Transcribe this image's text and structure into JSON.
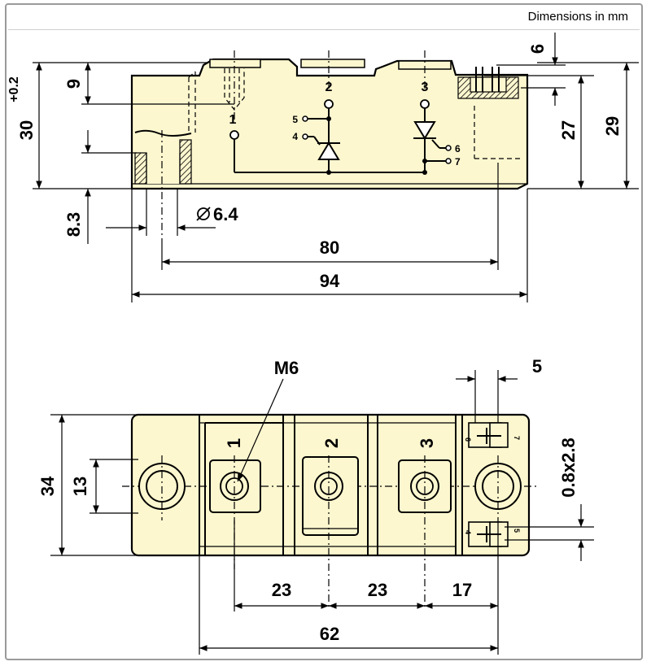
{
  "header": {
    "note": "Dimensions in mm"
  },
  "side_view": {
    "dims": {
      "height_total": "30",
      "height_tol": "+0.2",
      "top_offset": "9",
      "aux_height": "6",
      "inner_height": "27",
      "outer_height": "29",
      "base_thickness": "8.3",
      "hole_diameter": "6.4",
      "hole_spacing": "80",
      "total_length": "94"
    },
    "terminals": [
      "1",
      "2",
      "3"
    ],
    "aux_pins": [
      "5",
      "4",
      "6",
      "7"
    ]
  },
  "top_view": {
    "thread_label": "M6",
    "terminal_labels": [
      "1",
      "2",
      "3"
    ],
    "dims": {
      "width": "34",
      "mount_offset": "13",
      "pin_offset": "5",
      "aux_pin_size": "0.8x2.8",
      "spacing_a": "23",
      "spacing_b": "23",
      "spacing_c": "17",
      "span": "62"
    },
    "aux_pin_labels": [
      "6",
      "7",
      "4",
      "5"
    ]
  },
  "colors": {
    "body_fill": "#fdf7cf",
    "line": "#000000",
    "frame": "#9a9a9a"
  }
}
